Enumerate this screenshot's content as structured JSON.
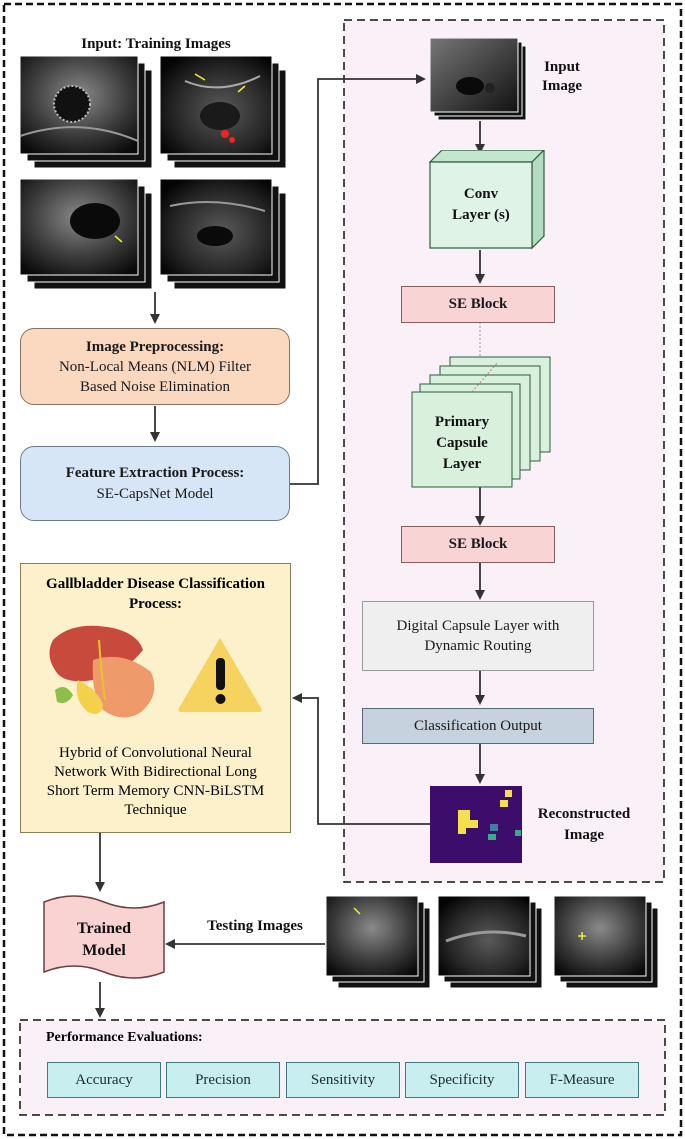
{
  "colors": {
    "preproc_fill": "#fbd9c0",
    "feature_fill": "#d6e6f6",
    "classify_fill": "#fdf1cc",
    "se_block_fill": "#f9d4d4",
    "conv_fill": "#dff4e6",
    "capsule_fill": "#d8f0dc",
    "digital_capsule_fill": "#efefef",
    "classification_output_fill": "#c6d3df",
    "panel_fill": "#faf0f8",
    "metric_fill": "#c9eef0",
    "trained_model_fill": "#f9d2d2",
    "reconstructed_bg": "#3d0d6b",
    "reconstructed_accent": "#f3e04a"
  },
  "training": {
    "title": "Input: Training Images"
  },
  "preprocessing": {
    "title": "Image Preprocessing:",
    "line1": "Non-Local Means (NLM) Filter",
    "line2": "Based Noise Elimination"
  },
  "feature_extraction": {
    "title": "Feature Extraction Process:",
    "line1": "SE-CapsNet Model"
  },
  "classification": {
    "title1": "Gallbladder Disease Classification",
    "title2": "Process:",
    "line1": "Hybrid of Convolutional Neural",
    "line2": "Network With Bidirectional Long",
    "line3": "Short Term Memory CNN-BiLSTM",
    "line4": "Technique",
    "icons": [
      "liver-gallbladder-icon",
      "warning-icon"
    ]
  },
  "capsnet": {
    "input_line1": "Input",
    "input_line2": "Image",
    "conv_line1": "Conv",
    "conv_line2": "Layer (s)",
    "se_block_1": "SE Block",
    "primary_line1": "Primary",
    "primary_line2": "Capsule",
    "primary_line3": "Layer",
    "se_block_2": "SE Block",
    "digital_line1": "Digital Capsule Layer with",
    "digital_line2": "Dynamic Routing",
    "classification_output": "Classification Output",
    "reconstructed_line1": "Reconstructed",
    "reconstructed_line2": "Image"
  },
  "testing": {
    "title": "Testing Images"
  },
  "trained_model": {
    "line1": "Trained",
    "line2": "Model"
  },
  "performance": {
    "title": "Performance Evaluations:",
    "metrics": [
      "Accuracy",
      "Precision",
      "Sensitivity",
      "Specificity",
      "F-Measure"
    ]
  }
}
